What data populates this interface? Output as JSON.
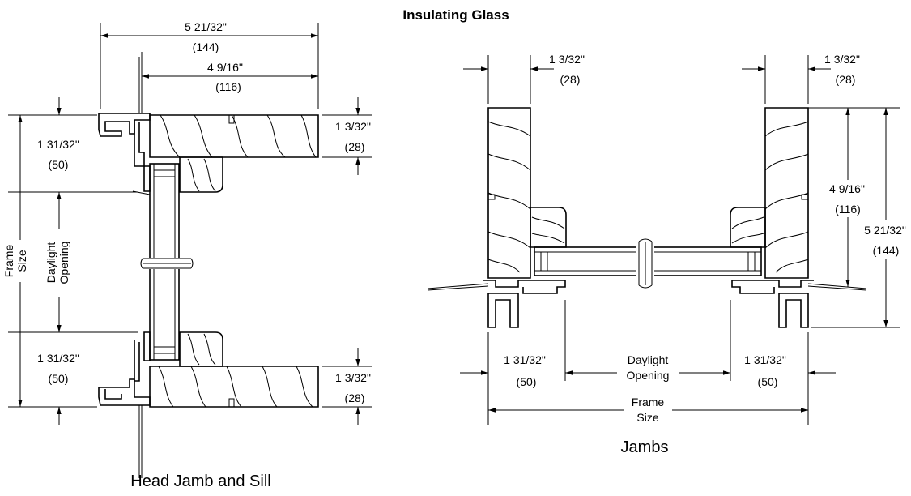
{
  "title": "Insulating Glass",
  "head_sill": {
    "caption": "Head Jamb and Sill",
    "overall_depth": "5 21/32\"",
    "overall_depth_mm": "(144)",
    "inner_depth": "4 9/16\"",
    "inner_depth_mm": "(116)",
    "head_frame": "1 31/32\"",
    "head_frame_mm": "(50)",
    "head_thickness": "1 3/32\"",
    "head_thickness_mm": "(28)",
    "sill_frame": "1 31/32\"",
    "sill_frame_mm": "(50)",
    "sill_thickness": "1 3/32\"",
    "sill_thickness_mm": "(28)",
    "frame_size_1": "Frame",
    "frame_size_2": "Size",
    "daylight_1": "Daylight",
    "daylight_2": "Opening"
  },
  "jambs": {
    "caption": "Jambs",
    "left_thickness": "1 3/32\"",
    "left_thickness_mm": "(28)",
    "right_thickness": "1 3/32\"",
    "right_thickness_mm": "(28)",
    "inner_depth": "4 9/16\"",
    "inner_depth_mm": "(116)",
    "overall_depth": "5 21/32\"",
    "overall_depth_mm": "(144)",
    "left_frame": "1 31/32\"",
    "left_frame_mm": "(50)",
    "right_frame": "1 31/32\"",
    "right_frame_mm": "(50)",
    "daylight_1": "Daylight",
    "daylight_2": "Opening",
    "frame_size_1": "Frame",
    "frame_size_2": "Size"
  }
}
